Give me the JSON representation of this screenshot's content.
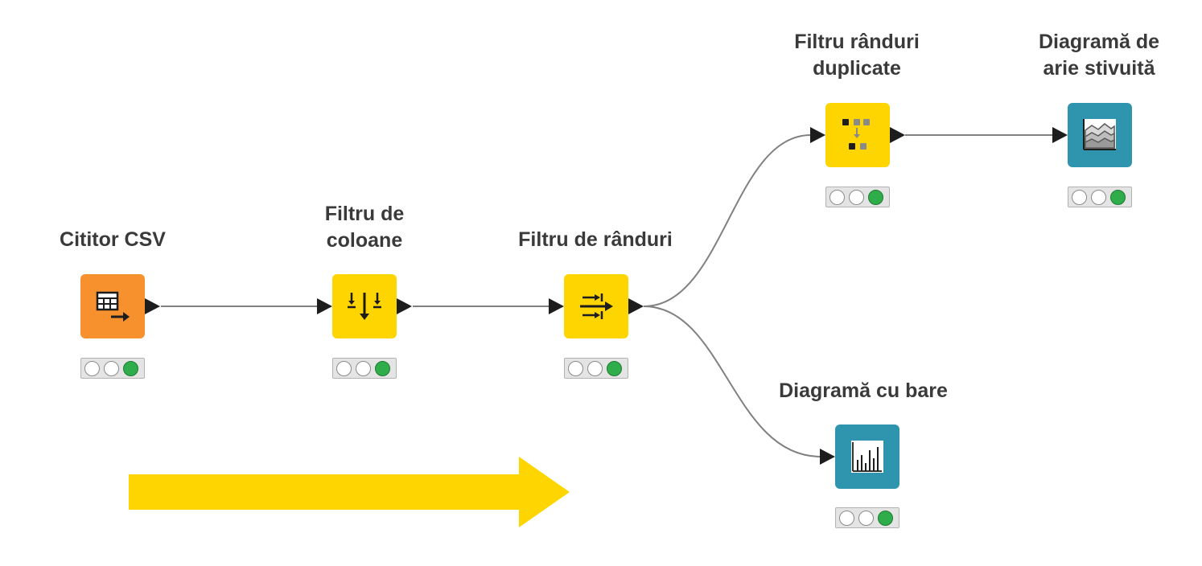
{
  "workflow": {
    "nodes": [
      {
        "id": "csv-reader",
        "label": "Cititor CSV",
        "color": "#F7912E",
        "icon": "table-reader-icon",
        "status": "executed"
      },
      {
        "id": "column-filter",
        "label": "Filtru de\ncoloane",
        "color": "#FFD500",
        "icon": "column-filter-icon",
        "status": "executed"
      },
      {
        "id": "row-filter",
        "label": "Filtru de rânduri",
        "color": "#FFD500",
        "icon": "row-filter-icon",
        "status": "executed"
      },
      {
        "id": "duplicate-row-filter",
        "label": "Filtru rânduri\nduplicate",
        "color": "#FFD500",
        "icon": "duplicate-filter-icon",
        "status": "executed"
      },
      {
        "id": "stacked-area-chart",
        "label": "Diagramă de\narie stivuită",
        "color": "#2F95AF",
        "icon": "area-chart-icon",
        "status": "executed"
      },
      {
        "id": "bar-chart",
        "label": "Diagramă cu bare",
        "color": "#2F95AF",
        "icon": "bar-chart-icon",
        "status": "executed"
      }
    ],
    "connections": [
      {
        "from": "csv-reader",
        "to": "column-filter"
      },
      {
        "from": "column-filter",
        "to": "row-filter"
      },
      {
        "from": "row-filter",
        "to": "duplicate-row-filter"
      },
      {
        "from": "row-filter",
        "to": "bar-chart"
      },
      {
        "from": "duplicate-row-filter",
        "to": "stacked-area-chart"
      }
    ],
    "traffic_light_colors": {
      "idle": "#FFFFFF",
      "executed": "#2FAD4B"
    },
    "flow_arrow_color": "#FFD500",
    "connection_color": "#808080"
  }
}
